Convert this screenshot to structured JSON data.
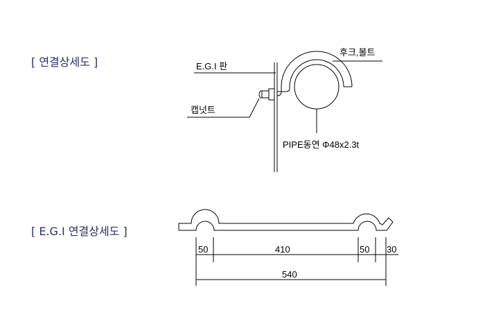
{
  "titles": {
    "detail": "[ 연결상세도 ]",
    "egi_detail": "[ E.G.I 연결상세도 ]"
  },
  "labels": {
    "egi_plate": "E.G.I  판",
    "hook_bolt": "후크,볼트",
    "cap_nut": "캡넛트",
    "pipe": "PIPE동연 Φ48x2.3t"
  },
  "dimensions": {
    "d1": "50",
    "d2": "410",
    "d3": "50",
    "d4": "30",
    "total": "540"
  },
  "colors": {
    "title": "#2a2e6e",
    "line": "#000000"
  }
}
